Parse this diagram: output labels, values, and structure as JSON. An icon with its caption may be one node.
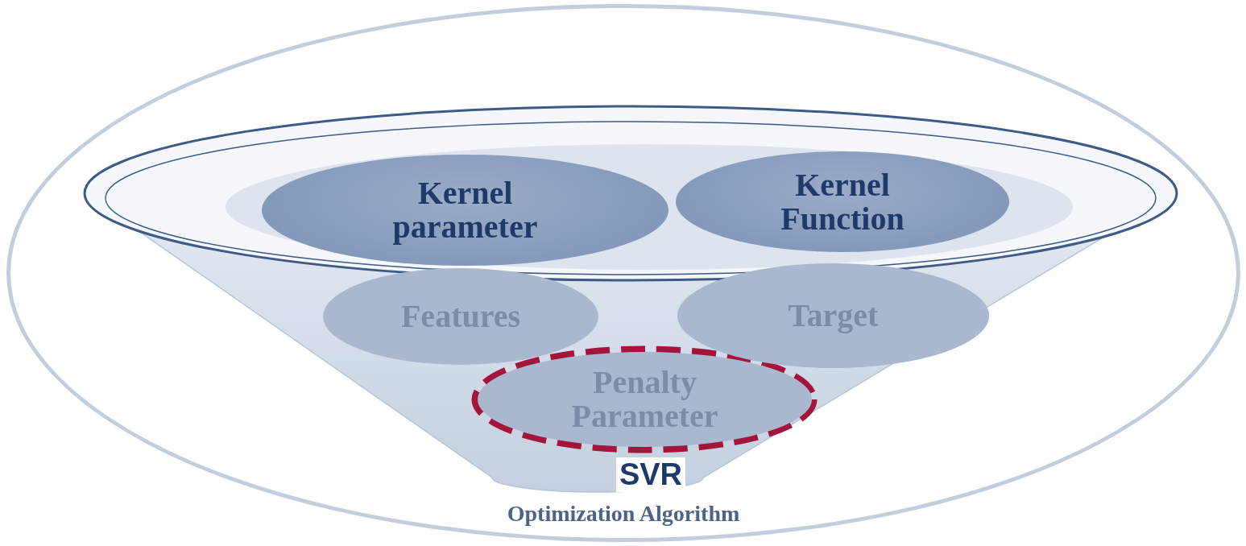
{
  "diagram": {
    "nodes": [
      {
        "text": [
          "Optimization Algorithm"
        ]
      },
      {
        "text": [
          "SVR"
        ],
        "in": 0
      },
      {
        "text": [
          "Kernel parameter"
        ],
        "in": 1
      },
      {
        "text": [
          "Kernel Function"
        ],
        "in": 1
      },
      {
        "text": [
          "Features"
        ],
        "in": 1
      },
      {
        "text": [
          "Target"
        ],
        "in": 1
      },
      {
        "text": [
          "Penalty Parameter"
        ],
        "in": 1
      }
    ],
    "edges": []
  }
}
